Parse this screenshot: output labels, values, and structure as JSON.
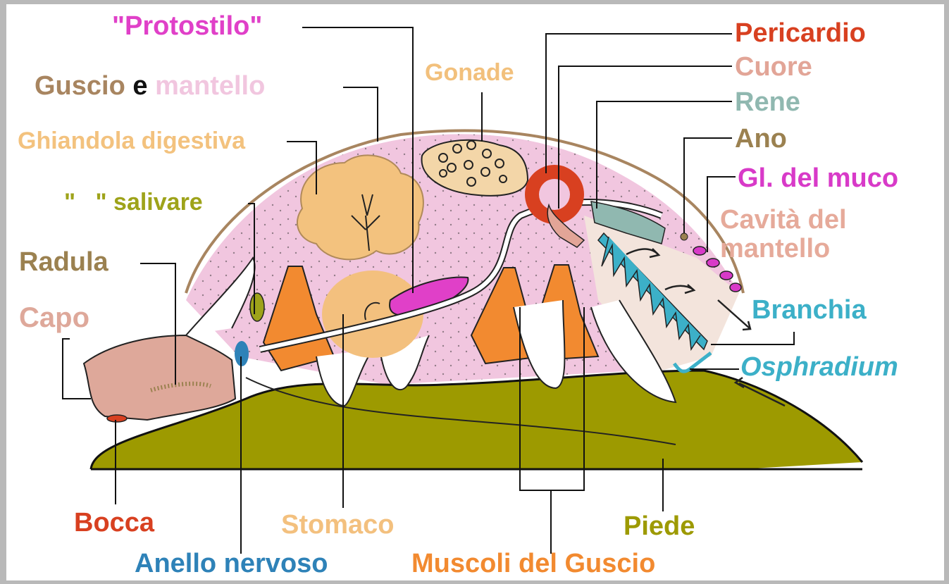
{
  "labels": {
    "protostilo": "\"Protostilo\"",
    "guscio": "Guscio",
    "e": "e",
    "mantello": "mantello",
    "gonade": "Gonade",
    "ghiandola_digestiva": "Ghiandola digestiva",
    "salivare_quote": "\"   \"",
    "salivare": "salivare",
    "radula": "Radula",
    "capo": "Capo",
    "pericardio": "Pericardio",
    "cuore": "Cuore",
    "rene": "Rene",
    "ano": "Ano",
    "gl_muco": "Gl. del muco",
    "cavita_line1": "Cavità del",
    "cavita_line2": "mantello",
    "branchia": "Branchia",
    "osphradium": "Osphradium",
    "bocca": "Bocca",
    "stomaco": "Stomaco",
    "piede": "Piede",
    "anello_nervoso": "Anello nervoso",
    "muscoli_guscio": "Muscoli del Guscio"
  },
  "colors": {
    "background": "#b9b9b9",
    "panel": "#ffffff",
    "protostilo": "#e040c8",
    "guscio": "#a88560",
    "mantello": "#f1c6df",
    "gonade": "#f2c07c",
    "ghiandola": "#f3c27e",
    "salivare": "#9ea31a",
    "radula": "#9b8150",
    "capo": "#dea89a",
    "pericardio": "#d84020",
    "cuore": "#e2a597",
    "rene": "#90b8b0",
    "ano": "#9b8150",
    "gl_muco": "#d83ac8",
    "cavita": "#e6aa9a",
    "branchia": "#3cb0c8",
    "osphradium": "#3cb0c8",
    "bocca": "#d84020",
    "stomaco": "#f3c07e",
    "piede": "#9d9a00",
    "anello": "#2e82b8",
    "muscoli": "#f28a30"
  }
}
